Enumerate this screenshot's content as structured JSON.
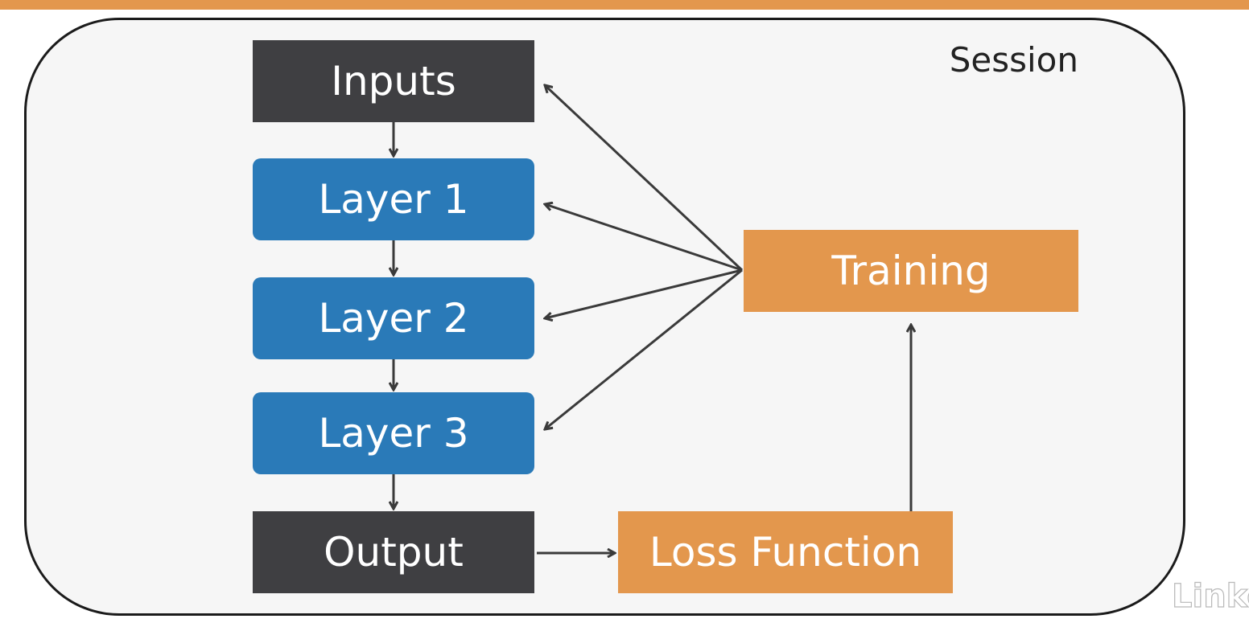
{
  "session": {
    "label": "Session"
  },
  "nodes": {
    "inputs": "Inputs",
    "layer1": "Layer 1",
    "layer2": "Layer 2",
    "layer3": "Layer 3",
    "output": "Output",
    "loss_function": "Loss Function",
    "training": "Training"
  },
  "watermark": {
    "text": "Linke"
  },
  "colors": {
    "top_bar": "#e3974d",
    "dark_node": "#3f3f42",
    "layer_node": "#2a7ab8",
    "orange_node": "#e3974d",
    "arrow": "#3a3a3a",
    "frame_border": "#1b1b1b",
    "frame_fill": "#f6f6f6"
  }
}
